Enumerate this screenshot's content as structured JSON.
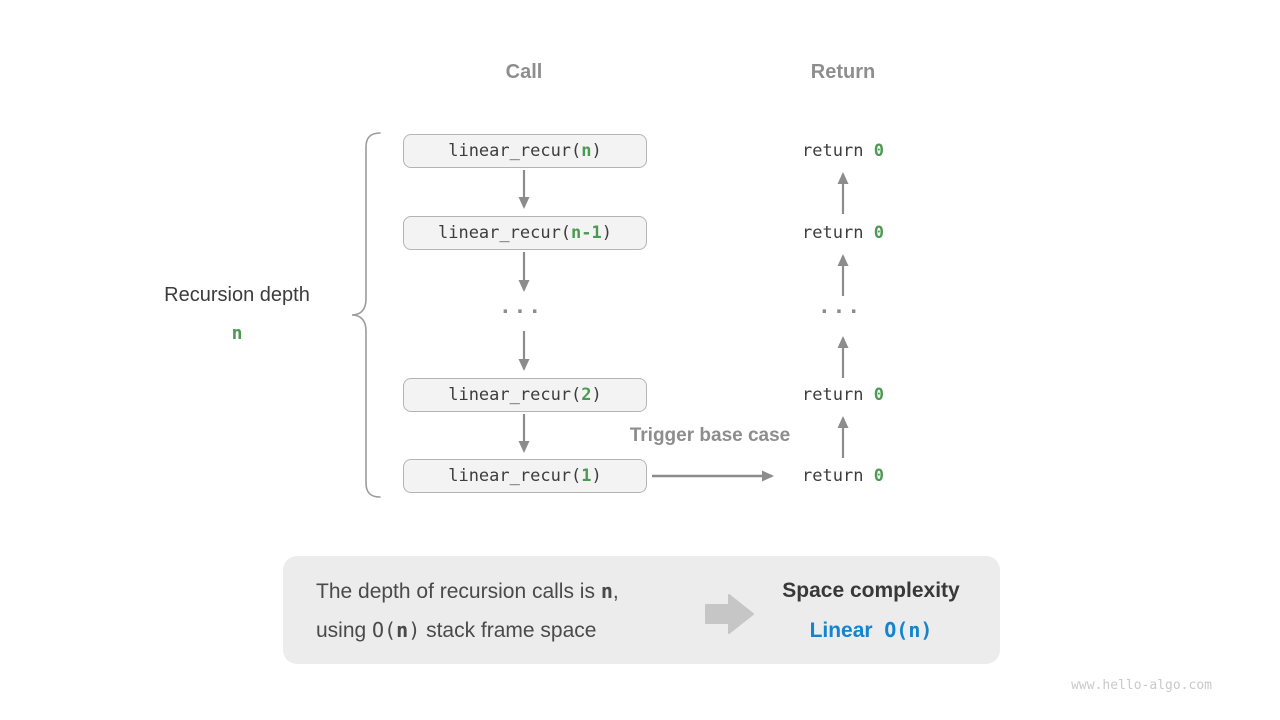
{
  "diagram": {
    "headers": {
      "call": "Call",
      "return": "Return"
    },
    "left_label": {
      "line1": "Recursion depth",
      "line2": "n"
    },
    "call_boxes": [
      {
        "prefix": "linear_recur(",
        "arg": "n",
        "suffix": ")"
      },
      {
        "prefix": "linear_recur(",
        "arg": "n-1",
        "suffix": ")"
      },
      {
        "prefix": "linear_recur(",
        "arg": "2",
        "suffix": ")"
      },
      {
        "prefix": "linear_recur(",
        "arg": "1",
        "suffix": ")"
      }
    ],
    "call_ellipsis": "...",
    "return_rows": [
      {
        "keyword": "return ",
        "value": "0"
      },
      {
        "keyword": "return ",
        "value": "0"
      },
      {
        "keyword": "return ",
        "value": "0"
      },
      {
        "keyword": "return ",
        "value": "0"
      }
    ],
    "return_ellipsis": "...",
    "trigger_label": "Trigger base case"
  },
  "summary": {
    "line1": {
      "text_before": "The depth of recursion calls is ",
      "code_arg": "n",
      "text_after": ","
    },
    "line2": {
      "text_before": "using ",
      "code_prefix": "O(",
      "code_arg": "n",
      "code_suffix": ")",
      "text_after": " stack frame space"
    },
    "right_title": "Space complexity",
    "right_word": "Linear",
    "right_gap": "  ",
    "right_code": "O(n)"
  },
  "watermark": "www.hello-algo.com",
  "colors": {
    "green_accent": "#4c9a52",
    "blue_accent": "#1484cf",
    "arrow_gray": "#8c8c8c",
    "header_gray": "#8e8e8e",
    "box_fill": "#f3f3f3",
    "box_border": "#b4b4b4",
    "summary_fill": "#ececec"
  }
}
